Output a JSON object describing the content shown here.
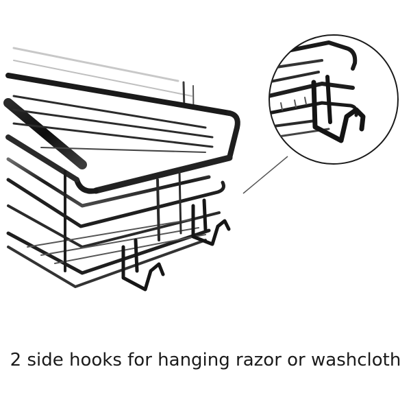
{
  "caption": "2 side hooks for hanging razor or washcloth",
  "colors": {
    "background": "#ffffff",
    "metal_dark": "#151515",
    "metal_mid": "#3a3a3a",
    "metal_light": "#8a8a8a",
    "caption_text": "#1a1a1a",
    "callout_line": "#555555"
  },
  "image": {
    "subject": "black metal shower caddy basket with side hooks",
    "inset": "zoomed view of hooks"
  }
}
